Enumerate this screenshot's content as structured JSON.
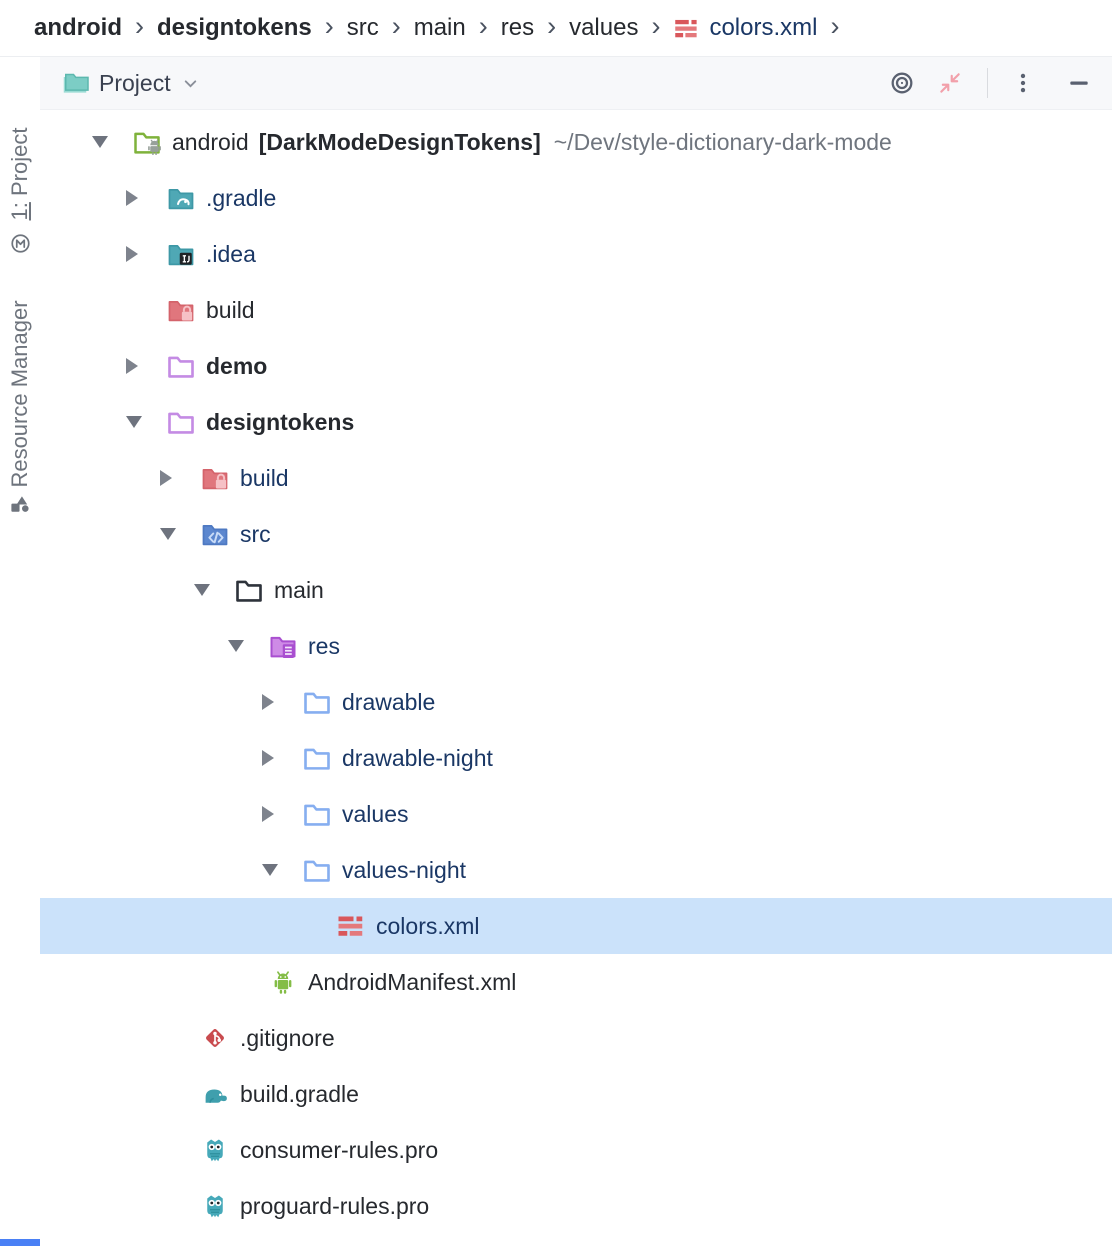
{
  "breadcrumb": {
    "separator": "›",
    "items": [
      {
        "label": "android",
        "bold": true
      },
      {
        "label": "designtokens",
        "bold": true
      },
      {
        "label": "src"
      },
      {
        "label": "main"
      },
      {
        "label": "res"
      },
      {
        "label": "values"
      },
      {
        "label": "colors.xml",
        "bold": false,
        "navy": true,
        "icon": "values-xml-icon"
      }
    ]
  },
  "toolbar": {
    "title": "Project",
    "icons": [
      "locate-target-icon",
      "collapse-shrink-icon",
      "kebab-menu-icon",
      "hide-toolwindow-icon"
    ]
  },
  "sidebar": {
    "tabs": [
      {
        "label": "1: Project",
        "icon": "project-tab-icon"
      },
      {
        "label": "Resource Manager",
        "icon": "resource-manager-icon"
      }
    ]
  },
  "tree": {
    "rows": [
      {
        "level": 0,
        "chevron": "expanded",
        "icon": "android-project-folder-icon",
        "parts": [
          {
            "text": "android",
            "style": "default"
          },
          {
            "text": "[DarkModeDesignTokens]",
            "style": "bracket"
          },
          {
            "text": "~/Dev/style-dictionary-dark-mode",
            "style": "path"
          }
        ]
      },
      {
        "level": 1,
        "chevron": "collapsed",
        "icon": "gradle-folder-icon",
        "label": ".gradle",
        "color": "navy"
      },
      {
        "level": 1,
        "chevron": "collapsed",
        "icon": "idea-folder-icon",
        "label": ".idea",
        "color": "navy"
      },
      {
        "level": 1,
        "chevron": "none",
        "icon": "build-folder-icon",
        "label": "build",
        "color": "default"
      },
      {
        "level": 1,
        "chevron": "collapsed",
        "icon": "module-folder-icon",
        "label": "demo",
        "color": "default",
        "bold": true
      },
      {
        "level": 1,
        "chevron": "expanded",
        "icon": "module-folder-icon",
        "label": "designtokens",
        "color": "default",
        "bold": true
      },
      {
        "level": 2,
        "chevron": "collapsed",
        "icon": "build-folder-icon",
        "label": "build",
        "color": "navy"
      },
      {
        "level": 2,
        "chevron": "expanded",
        "icon": "src-folder-icon",
        "label": "src",
        "color": "navy"
      },
      {
        "level": 3,
        "chevron": "expanded",
        "icon": "plain-folder-icon",
        "label": "main",
        "color": "default"
      },
      {
        "level": 4,
        "chevron": "expanded",
        "icon": "res-folder-icon",
        "label": "res",
        "color": "navy"
      },
      {
        "level": 5,
        "chevron": "collapsed",
        "icon": "blue-folder-icon",
        "label": "drawable",
        "color": "navy"
      },
      {
        "level": 5,
        "chevron": "collapsed",
        "icon": "blue-folder-icon",
        "label": "drawable-night",
        "color": "navy"
      },
      {
        "level": 5,
        "chevron": "collapsed",
        "icon": "blue-folder-icon",
        "label": "values",
        "color": "navy"
      },
      {
        "level": 5,
        "chevron": "expanded",
        "icon": "blue-folder-icon",
        "label": "values-night",
        "color": "navy"
      },
      {
        "level": 6,
        "chevron": "none",
        "icon": "values-xml-icon",
        "label": "colors.xml",
        "color": "navy",
        "selected": true
      },
      {
        "level": 4,
        "chevron": "none",
        "icon": "android-robot-icon",
        "label": "AndroidManifest.xml",
        "color": "default"
      },
      {
        "level": 2,
        "chevron": "none",
        "icon": "git-icon",
        "label": ".gitignore",
        "color": "default"
      },
      {
        "level": 2,
        "chevron": "none",
        "icon": "gradle-elephant-icon",
        "label": "build.gradle",
        "color": "default"
      },
      {
        "level": 2,
        "chevron": "none",
        "icon": "proguard-owl-icon",
        "label": "consumer-rules.pro",
        "color": "default"
      },
      {
        "level": 2,
        "chevron": "none",
        "icon": "proguard-owl-icon",
        "label": "proguard-rules.pro",
        "color": "default"
      }
    ]
  },
  "colors": {
    "selection_bg": "#CBE2FA",
    "navy_modified": "#1A3765",
    "text_default": "#26292E",
    "path_muted": "#6F757E",
    "accent_strip": "#4A80F5",
    "values_red": "#D9575B",
    "toolbar_bg": "#F7F8FA"
  }
}
